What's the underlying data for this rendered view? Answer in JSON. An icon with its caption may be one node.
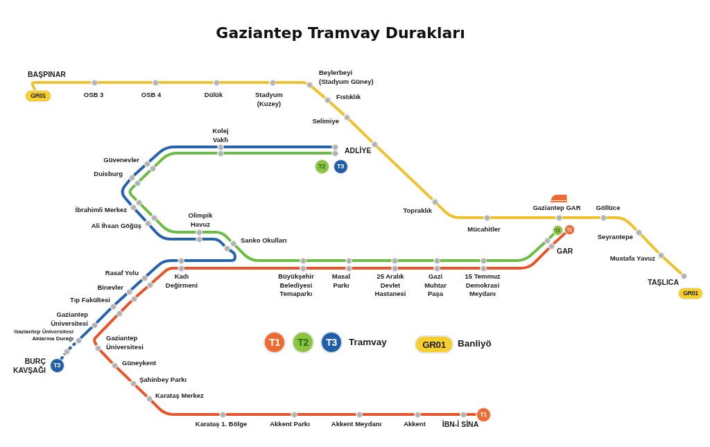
{
  "diagram": {
    "title": "Gaziantep Tramvay Durakları",
    "nodes": [
      {
        "text": [
          "GR01"
        ]
      },
      {
        "text": [],
        "shape": "circle",
        "beside": [
          "OSB 3"
        ]
      },
      {
        "text": [],
        "shape": "circle",
        "beside": [
          "OSB 4"
        ]
      },
      {
        "text": [],
        "shape": "circle",
        "beside": [
          "Dülük"
        ]
      },
      {
        "text": [],
        "shape": "circle",
        "beside": [
          "Stadyum (Kuzey)"
        ]
      },
      {
        "text": [],
        "shape": "circle",
        "beside": [
          "Beylerbeyi (Stadyum Güney)"
        ]
      },
      {
        "text": [],
        "shape": "circle",
        "beside": [
          "Fıstıklık"
        ]
      },
      {
        "text": [],
        "shape": "circle",
        "beside": [
          "Selimiye"
        ]
      },
      {
        "text": [],
        "shape": "circle"
      },
      {
        "text": [],
        "shape": "circle",
        "beside": [
          "Topraklık"
        ]
      },
      {
        "text": [],
        "shape": "circle",
        "beside": [
          "Mücahitler"
        ]
      },
      {
        "text": [],
        "shape": "circle",
        "beside": [
          "Gaziantep GAR"
        ]
      },
      {
        "text": [],
        "shape": "circle",
        "beside": [
          "Göllüce"
        ]
      },
      {
        "text": [],
        "shape": "circle",
        "beside": [
          "Seyrantepe"
        ]
      },
      {
        "text": [],
        "shape": "circle",
        "beside": [
          "Mustafa Yavuz"
        ]
      },
      {
        "text": [],
        "shape": "circle",
        "beside": [
          "TAŞLICA"
        ]
      },
      {
        "text": [
          "GR01"
        ]
      },
      {
        "text": [],
        "shape": "circle"
      },
      {
        "text": [],
        "shape": "circle"
      },
      {
        "text": [
          "T2"
        ]
      },
      {
        "text": [
          "T3"
        ]
      },
      {
        "text": [],
        "shape": "circle",
        "beside": [
          "Kolej Vakfı"
        ]
      },
      {
        "text": [],
        "shape": "circle"
      },
      {
        "text": [],
        "shape": "circle",
        "beside": [
          "Güvenevler"
        ]
      },
      {
        "text": [],
        "shape": "circle"
      },
      {
        "text": [],
        "shape": "circle",
        "beside": [
          "Duisburg"
        ]
      },
      {
        "text": [],
        "shape": "circle"
      },
      {
        "text": [],
        "shape": "circle",
        "beside": [
          "İbrahimli Merkez"
        ]
      },
      {
        "text": [],
        "shape": "circle"
      },
      {
        "text": [],
        "shape": "circle",
        "beside": [
          "Ali İhsan Göğüş"
        ]
      },
      {
        "text": [],
        "shape": "circle"
      },
      {
        "text": [],
        "shape": "circle",
        "beside": [
          "Olimpik Havuz"
        ]
      },
      {
        "text": [],
        "shape": "circle"
      },
      {
        "text": [],
        "shape": "circle",
        "beside": [
          "Sanko Okulları"
        ]
      },
      {
        "text": [],
        "shape": "circle"
      },
      {
        "text": [],
        "shape": "circle"
      },
      {
        "text": [],
        "shape": "circle",
        "beside": [
          "Büyükşehir Belediyesi Temaparkı"
        ]
      },
      {
        "text": [],
        "shape": "circle"
      },
      {
        "text": [],
        "shape": "circle",
        "beside": [
          "Masal Parkı"
        ]
      },
      {
        "text": [],
        "shape": "circle"
      },
      {
        "text": [],
        "shape": "circle",
        "beside": [
          "25 Aralık Devlet Hastanesi"
        ]
      },
      {
        "text": [],
        "shape": "circle"
      },
      {
        "text": [],
        "shape": "circle",
        "beside": [
          "Gazi Muhtar Paşa"
        ]
      },
      {
        "text": [],
        "shape": "circle"
      },
      {
        "text": [],
        "shape": "circle",
        "beside": [
          "15 Temmuz Demokrasi Meydanı"
        ]
      },
      {
        "text": [],
        "shape": "circle"
      },
      {
        "text": [],
        "shape": "circle",
        "beside": [
          "GAR"
        ]
      },
      {
        "text": [
          "T2"
        ]
      },
      {
        "text": [
          "T1"
        ]
      },
      {
        "text": [],
        "shape": "circle"
      },
      {
        "text": [],
        "shape": "circle",
        "beside": [
          "Kadı Değirmeni"
        ]
      },
      {
        "text": [],
        "shape": "circle",
        "beside": [
          "Rasaf Yolu"
        ]
      },
      {
        "text": [],
        "shape": "circle"
      },
      {
        "text": [],
        "shape": "circle",
        "beside": [
          "Binevler"
        ]
      },
      {
        "text": [],
        "shape": "circle"
      },
      {
        "text": [],
        "shape": "circle",
        "beside": [
          "Tıp Fakültesi"
        ]
      },
      {
        "text": [],
        "shape": "circle"
      },
      {
        "text": [],
        "shape": "circle",
        "beside": [
          "Gaziantep Üniversitesi"
        ]
      },
      {
        "text": [],
        "shape": "circle",
        "beside": [
          "Gaziantep Üniversitesi Aktarma Durağı"
        ]
      },
      {
        "text": [],
        "shape": "circle"
      },
      {
        "text": [
          "T3"
        ],
        "beside": [
          "BURÇ KAVŞAĞI"
        ]
      },
      {
        "text": [],
        "shape": "circle",
        "beside": [
          "Gaziantep Üniversitesi"
        ]
      },
      {
        "text": [],
        "shape": "circle",
        "beside": [
          "Güneykent"
        ]
      },
      {
        "text": [],
        "shape": "circle",
        "beside": [
          "Şahinbey Parkı"
        ]
      },
      {
        "text": [],
        "shape": "circle",
        "beside": [
          "Karataş Merkez"
        ]
      },
      {
        "text": [],
        "shape": "circle",
        "beside": [
          "Karataş 1. Bölge"
        ]
      },
      {
        "text": [],
        "shape": "circle",
        "beside": [
          "Akkent Parkı"
        ]
      },
      {
        "text": [],
        "shape": "circle",
        "beside": [
          "Akkent Meydanı"
        ]
      },
      {
        "text": [],
        "shape": "circle",
        "beside": [
          "Akkent"
        ]
      },
      {
        "text": [],
        "shape": "circle",
        "beside": [
          "İBN-İ SİNA"
        ]
      },
      {
        "text": [
          "T1"
        ]
      }
    ],
    "edges": [
      {
        "from": 0,
        "to": 1,
        "arrow": "none",
        "color": "#f0c12e"
      },
      {
        "from": 1,
        "to": 2,
        "arrow": "none",
        "color": "#f0c12e"
      },
      {
        "from": 2,
        "to": 3,
        "arrow": "none",
        "color": "#f0c12e"
      },
      {
        "from": 3,
        "to": 4,
        "arrow": "none",
        "color": "#f0c12e"
      },
      {
        "from": 4,
        "to": 5,
        "arrow": "none",
        "color": "#f0c12e"
      },
      {
        "from": 5,
        "to": 6,
        "arrow": "none",
        "color": "#f0c12e"
      },
      {
        "from": 6,
        "to": 7,
        "arrow": "none",
        "color": "#f0c12e"
      },
      {
        "from": 7,
        "to": 8,
        "arrow": "none",
        "color": "#f0c12e"
      },
      {
        "from": 8,
        "to": 9,
        "arrow": "none",
        "color": "#f0c12e"
      },
      {
        "from": 9,
        "to": 10,
        "arrow": "none",
        "color": "#f0c12e"
      },
      {
        "from": 10,
        "to": 11,
        "arrow": "none",
        "color": "#f0c12e"
      },
      {
        "from": 11,
        "to": 12,
        "arrow": "none",
        "color": "#f0c12e"
      },
      {
        "from": 12,
        "to": 13,
        "arrow": "none",
        "color": "#f0c12e"
      },
      {
        "from": 13,
        "to": 14,
        "arrow": "none",
        "color": "#f0c12e"
      },
      {
        "from": 14,
        "to": 15,
        "arrow": "none",
        "color": "#f0c12e"
      },
      {
        "from": 60,
        "to": 59,
        "arrow": "none",
        "style": "dashed",
        "color": "#2563ad"
      },
      {
        "from": 59,
        "to": 58,
        "arrow": "none",
        "style": "dashed",
        "color": "#2563ad"
      },
      {
        "from": 58,
        "to": 57,
        "arrow": "none",
        "color": "#2563ad"
      },
      {
        "from": 57,
        "to": 55,
        "arrow": "none",
        "color": "#2563ad"
      },
      {
        "from": 55,
        "to": 53,
        "arrow": "none",
        "color": "#2563ad"
      },
      {
        "from": 53,
        "to": 51,
        "arrow": "none",
        "color": "#2563ad"
      },
      {
        "from": 51,
        "to": 49,
        "arrow": "none",
        "color": "#2563ad"
      },
      {
        "from": 49,
        "to": 34,
        "arrow": "none",
        "color": "#2563ad"
      },
      {
        "from": 34,
        "to": 32,
        "arrow": "none",
        "color": "#2563ad"
      },
      {
        "from": 32,
        "to": 29,
        "arrow": "none",
        "color": "#2563ad"
      },
      {
        "from": 29,
        "to": 27,
        "arrow": "none",
        "color": "#2563ad"
      },
      {
        "from": 27,
        "to": 25,
        "arrow": "none",
        "color": "#2563ad"
      },
      {
        "from": 25,
        "to": 23,
        "arrow": "none",
        "color": "#2563ad"
      },
      {
        "from": 23,
        "to": 21,
        "arrow": "none",
        "color": "#2563ad"
      },
      {
        "from": 21,
        "to": 17,
        "arrow": "none",
        "color": "#2563ad"
      },
      {
        "from": 47,
        "to": 45,
        "arrow": "none",
        "color": "#6cbd45"
      },
      {
        "from": 45,
        "to": 43,
        "arrow": "none",
        "color": "#6cbd45"
      },
      {
        "from": 43,
        "to": 41,
        "arrow": "none",
        "color": "#6cbd45"
      },
      {
        "from": 41,
        "to": 39,
        "arrow": "none",
        "color": "#6cbd45"
      },
      {
        "from": 39,
        "to": 37,
        "arrow": "none",
        "color": "#6cbd45"
      },
      {
        "from": 37,
        "to": 35,
        "arrow": "none",
        "color": "#6cbd45"
      },
      {
        "from": 35,
        "to": 33,
        "arrow": "none",
        "color": "#6cbd45"
      },
      {
        "from": 33,
        "to": 31,
        "arrow": "none",
        "color": "#6cbd45"
      },
      {
        "from": 31,
        "to": 30,
        "arrow": "none",
        "color": "#6cbd45"
      },
      {
        "from": 30,
        "to": 28,
        "arrow": "none",
        "color": "#6cbd45"
      },
      {
        "from": 28,
        "to": 26,
        "arrow": "none",
        "color": "#6cbd45"
      },
      {
        "from": 26,
        "to": 24,
        "arrow": "none",
        "color": "#6cbd45"
      },
      {
        "from": 24,
        "to": 22,
        "arrow": "none",
        "color": "#6cbd45"
      },
      {
        "from": 22,
        "to": 18,
        "arrow": "none",
        "color": "#6cbd45"
      },
      {
        "from": 48,
        "to": 46,
        "arrow": "none",
        "color": "#e9552a"
      },
      {
        "from": 46,
        "to": 44,
        "arrow": "none",
        "color": "#e9552a"
      },
      {
        "from": 44,
        "to": 42,
        "arrow": "none",
        "color": "#e9552a"
      },
      {
        "from": 42,
        "to": 40,
        "arrow": "none",
        "color": "#e9552a"
      },
      {
        "from": 40,
        "to": 38,
        "arrow": "none",
        "color": "#e9552a"
      },
      {
        "from": 38,
        "to": 36,
        "arrow": "none",
        "color": "#e9552a"
      },
      {
        "from": 36,
        "to": 50,
        "arrow": "none",
        "color": "#e9552a"
      },
      {
        "from": 50,
        "to": 52,
        "arrow": "none",
        "color": "#e9552a"
      },
      {
        "from": 52,
        "to": 54,
        "arrow": "none",
        "color": "#e9552a"
      },
      {
        "from": 54,
        "to": 56,
        "arrow": "none",
        "color": "#e9552a"
      },
      {
        "from": 56,
        "to": 61,
        "arrow": "none",
        "color": "#e9552a"
      },
      {
        "from": 61,
        "to": 62,
        "arrow": "none",
        "color": "#e9552a"
      },
      {
        "from": 62,
        "to": 63,
        "arrow": "none",
        "color": "#e9552a"
      },
      {
        "from": 63,
        "to": 64,
        "arrow": "none",
        "color": "#e9552a"
      },
      {
        "from": 64,
        "to": 65,
        "arrow": "none",
        "color": "#e9552a"
      },
      {
        "from": 65,
        "to": 66,
        "arrow": "none",
        "color": "#e9552a"
      },
      {
        "from": 66,
        "to": 67,
        "arrow": "none",
        "color": "#e9552a"
      },
      {
        "from": 67,
        "to": 68,
        "arrow": "none",
        "color": "#e9552a"
      },
      {
        "from": 68,
        "to": 69,
        "arrow": "none",
        "color": "#e9552a"
      },
      {
        "from": 69,
        "to": 70,
        "arrow": "none",
        "color": "#e9552a"
      }
    ],
    "labels": [
      "BAŞPINAR",
      "ADLİYE",
      "T1",
      "T2",
      "T3",
      "GR01"
    ],
    "legend": [
      {
        "text": "Tramvay"
      },
      {
        "text": "Banliyö"
      }
    ]
  }
}
